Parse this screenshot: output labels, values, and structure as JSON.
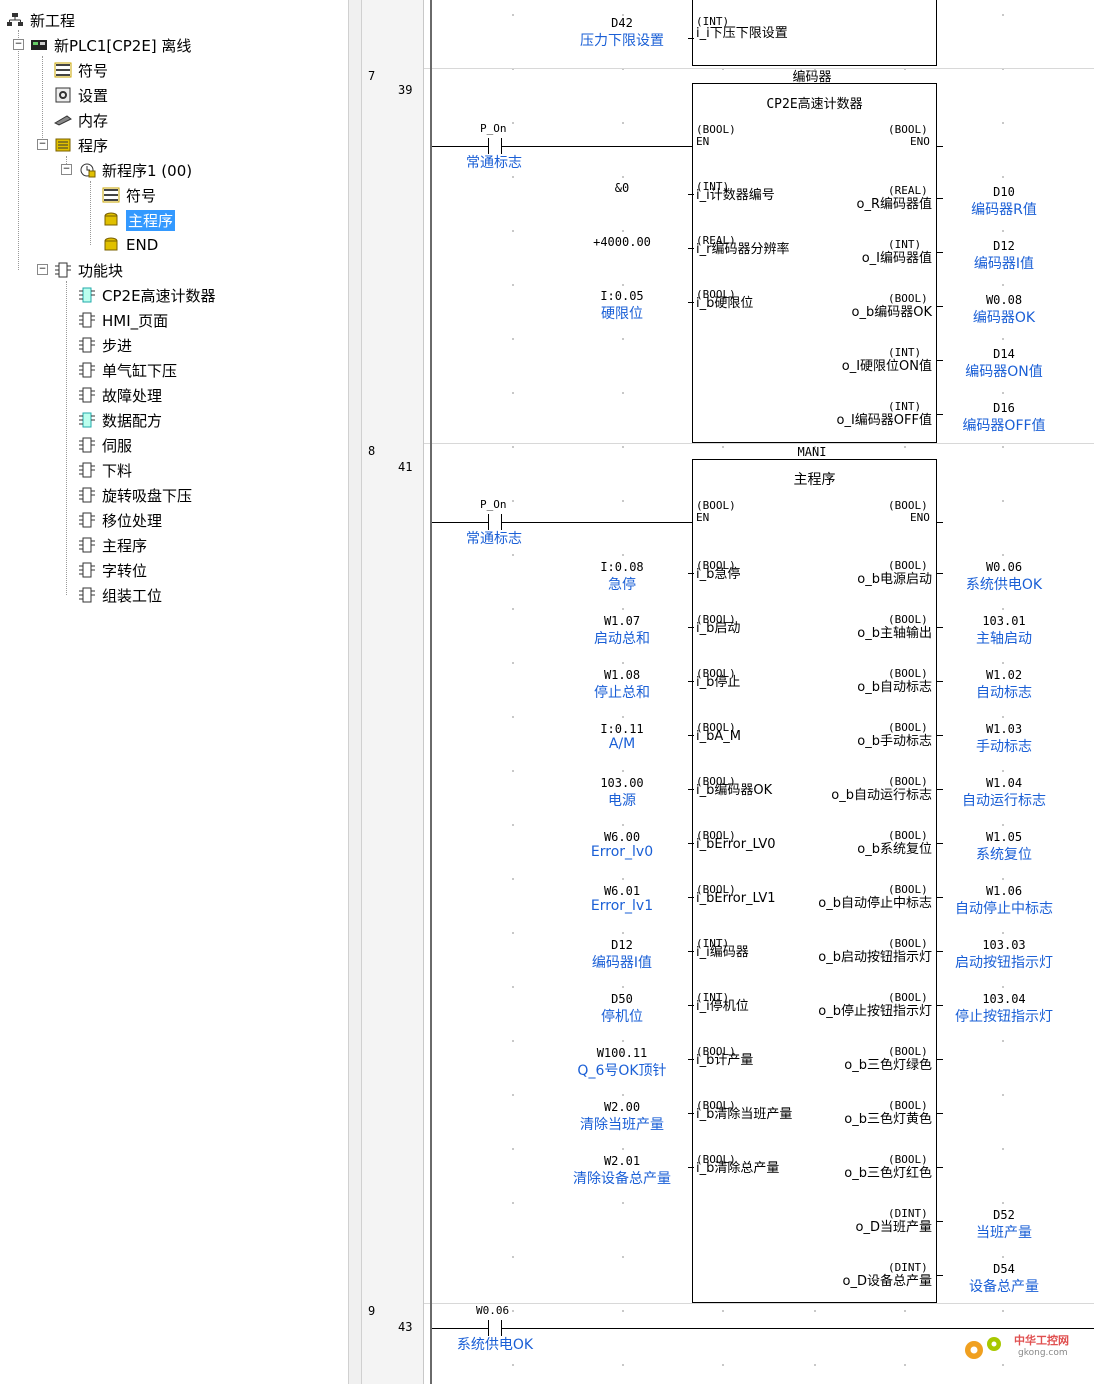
{
  "tree": {
    "project": "新工程",
    "plc": "新PLC1[CP2E] 离线",
    "plc_children": [
      "符号",
      "设置",
      "内存",
      "程序"
    ],
    "program": "新程序1 (00)",
    "program_children": [
      "符号",
      "主程序",
      "END"
    ],
    "fb_root": "功能块",
    "fbs": [
      "CP2E高速计数器",
      "HMI_页面",
      "步进",
      "单气缸下压",
      "故障处理",
      "数据配方",
      "伺服",
      "下料",
      "旋转吸盘下压",
      "移位处理",
      "主程序",
      "字转位",
      "组装工位"
    ]
  },
  "top_rung": {
    "input_addr": "D42",
    "input_cmt": "压力下限设置",
    "pin_type": "(INT)",
    "pin_name": "i_i下压下限设置"
  },
  "rung7": {
    "num": "7",
    "step": "39",
    "contact_name": "P_On",
    "contact_cmt": "常通标志",
    "fb_instance": "编码器",
    "fb_title": "CP2E高速计数器",
    "en_type": "(BOOL)",
    "en": "EN",
    "eno_type": "(BOOL)",
    "eno": "ENO",
    "inputs": [
      {
        "addr": "&0",
        "cmt": "",
        "type": "(INT)",
        "pin": "i_i计数器编号"
      },
      {
        "addr": "+4000.00",
        "cmt": "",
        "type": "(REAL)",
        "pin": "i_r编码器分辨率"
      },
      {
        "addr": "I:0.05",
        "cmt": "硬限位",
        "type": "(BOOL)",
        "pin": "i_b硬限位"
      }
    ],
    "outputs": [
      {
        "type": "(REAL)",
        "pin": "o_R编码器值",
        "addr": "D10",
        "cmt": "编码器R值"
      },
      {
        "type": "(INT)",
        "pin": "o_I编码器值",
        "addr": "D12",
        "cmt": "编码器I值"
      },
      {
        "type": "(BOOL)",
        "pin": "o_b编码器OK",
        "addr": "W0.08",
        "cmt": "编码器OK"
      },
      {
        "type": "(INT)",
        "pin": "o_I硬限位ON值",
        "addr": "D14",
        "cmt": "编码器ON值"
      },
      {
        "type": "(INT)",
        "pin": "o_I编码器OFF值",
        "addr": "D16",
        "cmt": "编码器OFF值"
      }
    ]
  },
  "rung8": {
    "num": "8",
    "step": "41",
    "contact_name": "P_On",
    "contact_cmt": "常通标志",
    "fb_instance": "MANI",
    "fb_title": "主程序",
    "en_type": "(BOOL)",
    "en": "EN",
    "eno_type": "(BOOL)",
    "eno": "ENO",
    "inputs": [
      {
        "addr": "I:0.08",
        "cmt": "急停",
        "type": "(BOOL)",
        "pin": "i_b急停"
      },
      {
        "addr": "W1.07",
        "cmt": "启动总和",
        "type": "(BOOL)",
        "pin": "i_b启动"
      },
      {
        "addr": "W1.08",
        "cmt": "停止总和",
        "type": "(BOOL)",
        "pin": "i_b停止"
      },
      {
        "addr": "I:0.11",
        "cmt": "A/M",
        "type": "(BOOL)",
        "pin": "i_bA_M"
      },
      {
        "addr": "103.00",
        "cmt": "电源",
        "type": "(BOOL)",
        "pin": "i_b编码器OK"
      },
      {
        "addr": "W6.00",
        "cmt": "Error_lv0",
        "type": "(BOOL)",
        "pin": "i_bError_LV0"
      },
      {
        "addr": "W6.01",
        "cmt": "Error_lv1",
        "type": "(BOOL)",
        "pin": "i_bError_LV1"
      },
      {
        "addr": "D12",
        "cmt": "编码器I值",
        "type": "(INT)",
        "pin": "i_i编码器"
      },
      {
        "addr": "D50",
        "cmt": "停机位",
        "type": "(INT)",
        "pin": "i_i停机位"
      },
      {
        "addr": "W100.11",
        "cmt": "Q_6号OK顶针",
        "type": "(BOOL)",
        "pin": "i_b计产量"
      },
      {
        "addr": "W2.00",
        "cmt": "清除当班产量",
        "type": "(BOOL)",
        "pin": "i_b清除当班产量"
      },
      {
        "addr": "W2.01",
        "cmt": "清除设备总产量",
        "type": "(BOOL)",
        "pin": "i_b清除总产量"
      }
    ],
    "outputs": [
      {
        "type": "(BOOL)",
        "pin": "o_b电源启动",
        "addr": "W0.06",
        "cmt": "系统供电OK"
      },
      {
        "type": "(BOOL)",
        "pin": "o_b主轴输出",
        "addr": "103.01",
        "cmt": "主轴启动"
      },
      {
        "type": "(BOOL)",
        "pin": "o_b自动标志",
        "addr": "W1.02",
        "cmt": "自动标志"
      },
      {
        "type": "(BOOL)",
        "pin": "o_b手动标志",
        "addr": "W1.03",
        "cmt": "手动标志"
      },
      {
        "type": "(BOOL)",
        "pin": "o_b自动运行标志",
        "addr": "W1.04",
        "cmt": "自动运行标志"
      },
      {
        "type": "(BOOL)",
        "pin": "o_b系统复位",
        "addr": "W1.05",
        "cmt": "系统复位"
      },
      {
        "type": "(BOOL)",
        "pin": "o_b自动停止中标志",
        "addr": "W1.06",
        "cmt": "自动停止中标志"
      },
      {
        "type": "(BOOL)",
        "pin": "o_b启动按钮指示灯",
        "addr": "103.03",
        "cmt": "启动按钮指示灯"
      },
      {
        "type": "(BOOL)",
        "pin": "o_b停止按钮指示灯",
        "addr": "103.04",
        "cmt": "停止按钮指示灯"
      },
      {
        "type": "(BOOL)",
        "pin": "o_b三色灯绿色",
        "addr": "",
        "cmt": ""
      },
      {
        "type": "(BOOL)",
        "pin": "o_b三色灯黄色",
        "addr": "",
        "cmt": ""
      },
      {
        "type": "(BOOL)",
        "pin": "o_b三色灯红色",
        "addr": "",
        "cmt": ""
      },
      {
        "type": "(DINT)",
        "pin": "o_D当班产量",
        "addr": "D52",
        "cmt": "当班产量"
      },
      {
        "type": "(DINT)",
        "pin": "o_D设备总产量",
        "addr": "D54",
        "cmt": "设备总产量"
      }
    ]
  },
  "rung9": {
    "num": "9",
    "step": "43",
    "contact_name": "W0.06",
    "contact_cmt": "系统供电OK"
  },
  "watermark": {
    "text": "中华工控网",
    "sub": "gkong.com"
  },
  "colors": {
    "comment": "#1a5fd6",
    "selection": "#3399ff"
  }
}
